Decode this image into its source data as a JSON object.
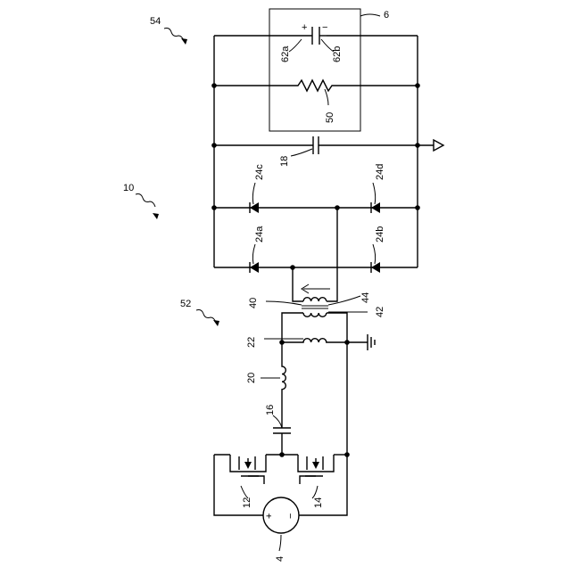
{
  "labels": {
    "assembly_54": "54",
    "box_6": "6",
    "cap_62a": "62a",
    "cap_62b": "62b",
    "plus": "+",
    "minus": "−",
    "resistor_50": "50",
    "cap_18": "18",
    "diode_24c": "24c",
    "diode_24d": "24d",
    "diode_24a": "24a",
    "diode_24b": "24b",
    "circuit_10": "10",
    "circuit_52": "52",
    "transformer_40": "40",
    "winding_44": "44",
    "winding_42": "42",
    "inductor_22": "22",
    "inductor_20": "20",
    "cap_16": "16",
    "switch_12": "12",
    "switch_14": "14",
    "source_4": "4",
    "source_plus": "+",
    "source_minus": "−"
  }
}
